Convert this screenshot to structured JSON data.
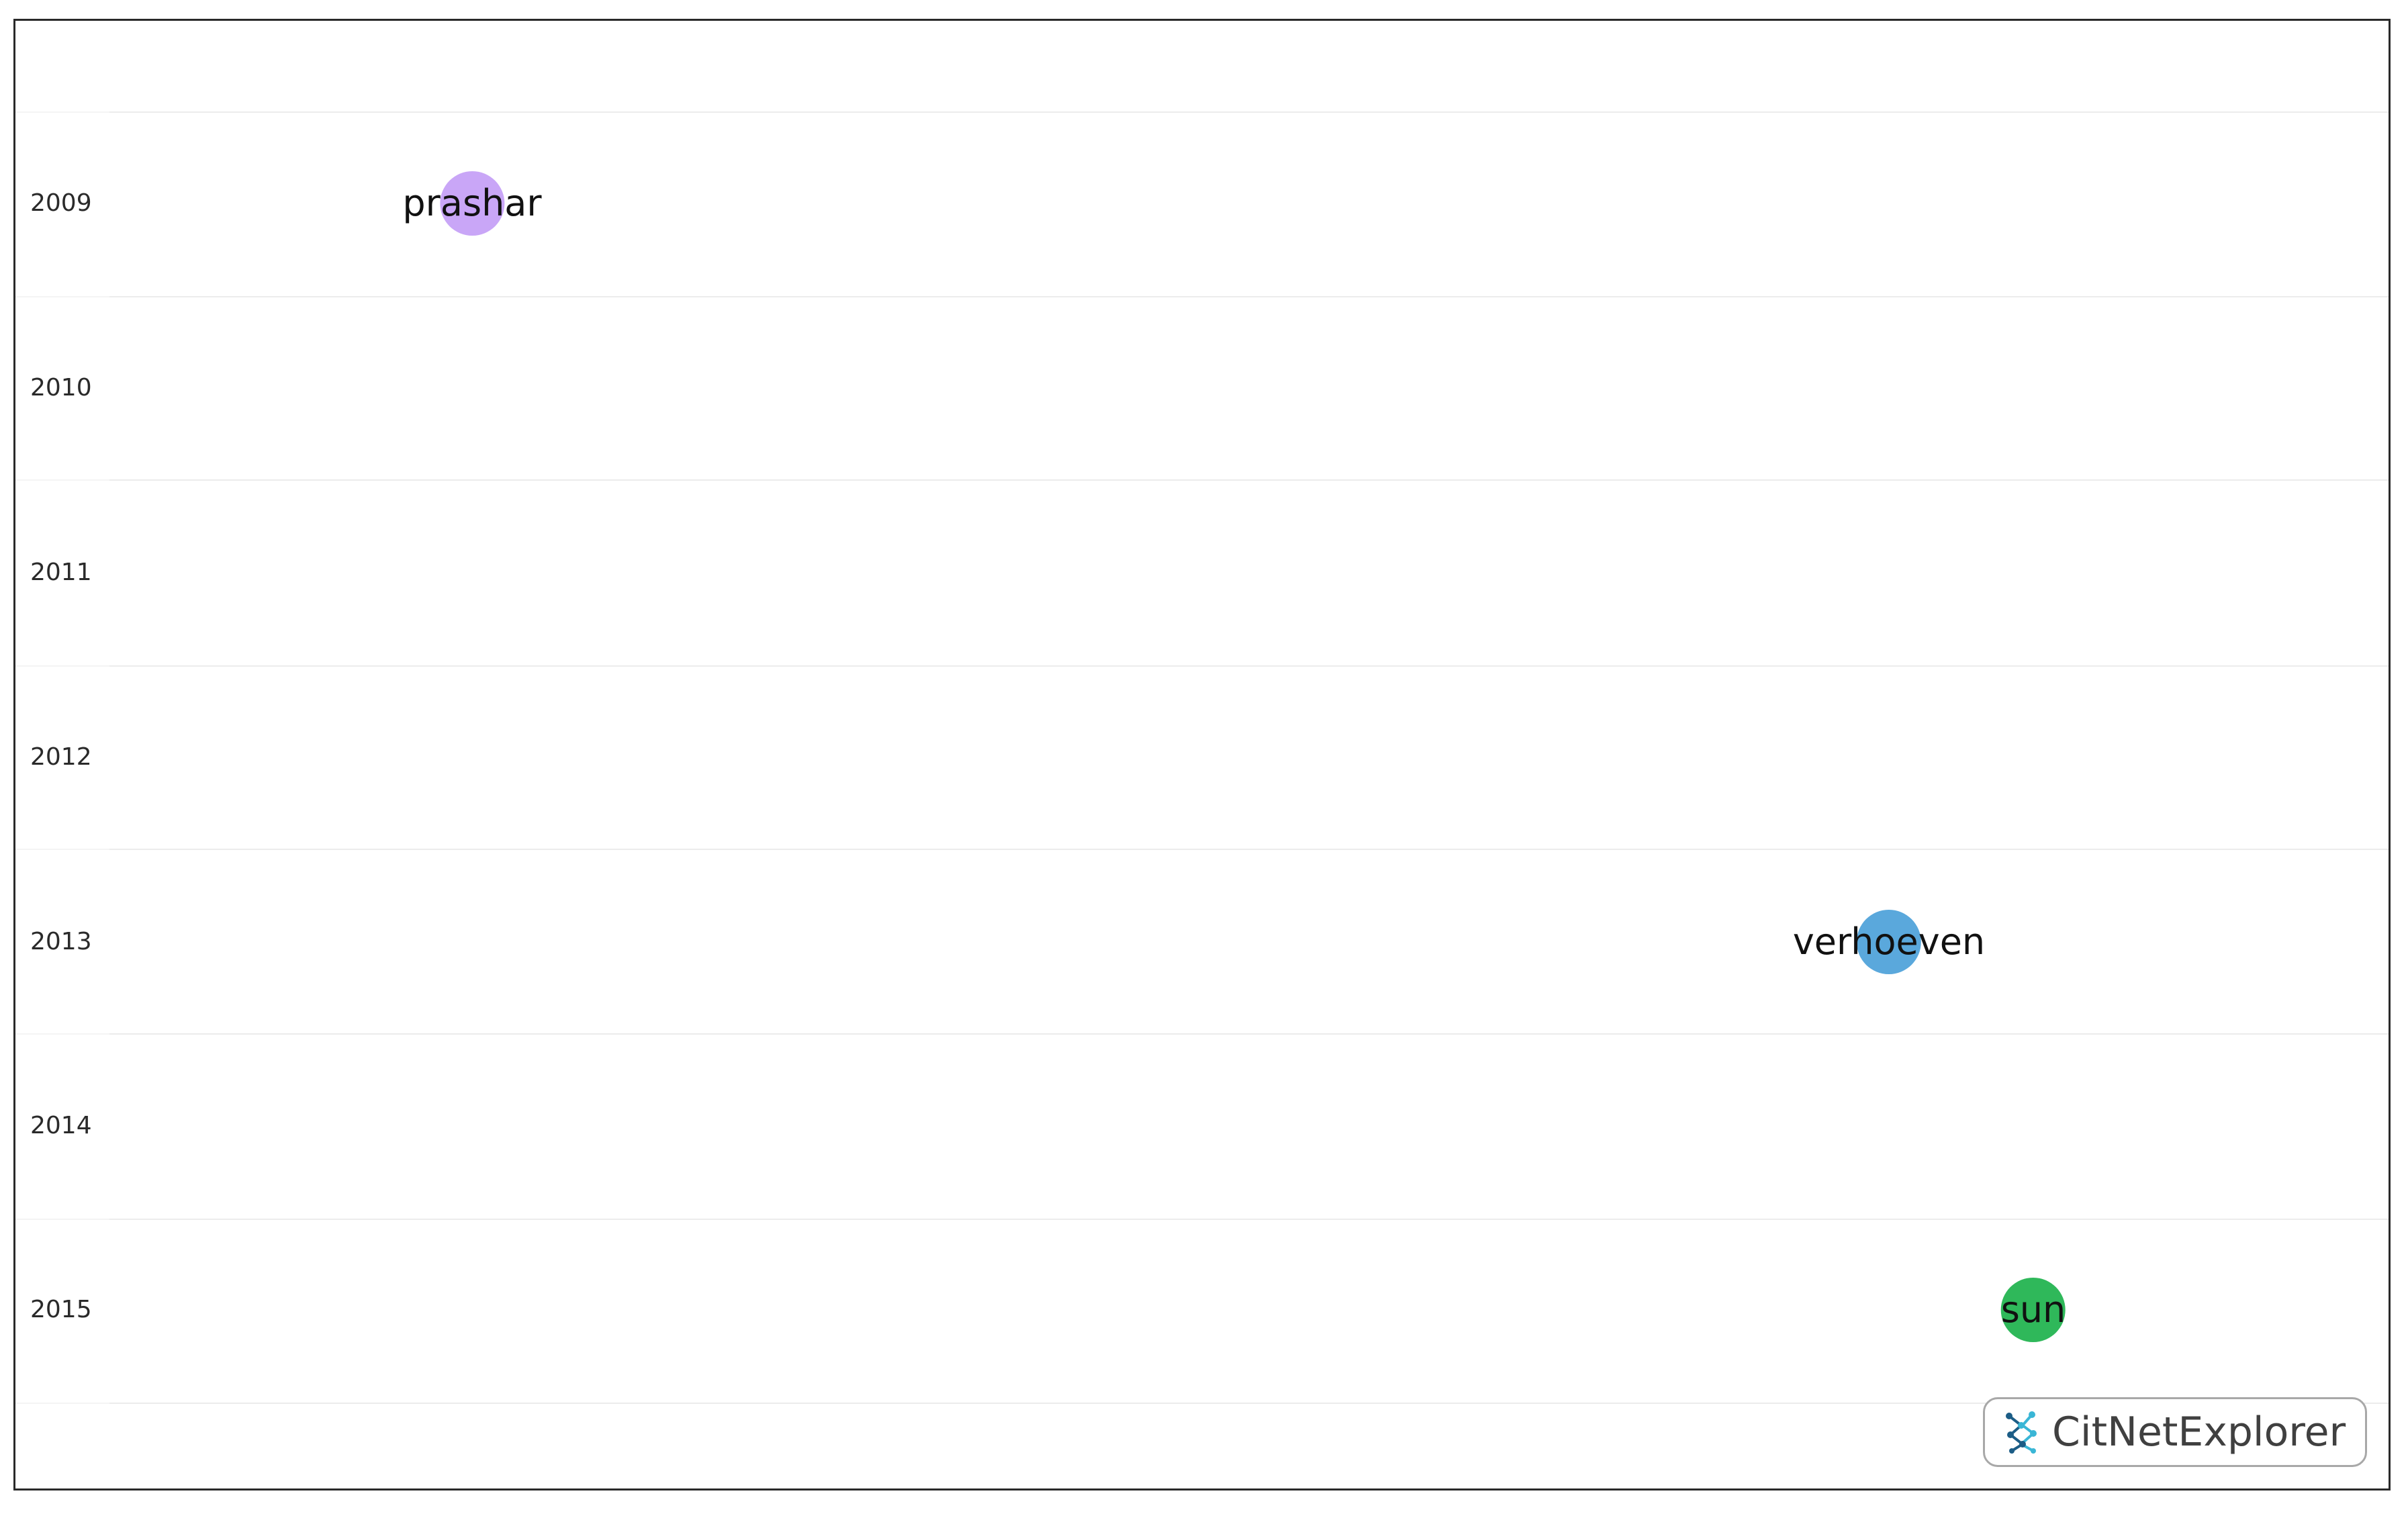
{
  "timeline": {
    "years": [
      "2009",
      "2010",
      "2011",
      "2012",
      "2013",
      "2014",
      "2015"
    ]
  },
  "nodes": [
    {
      "label": "prashar",
      "year": "2009",
      "color": "#c9a6f7",
      "column": 0.17
    },
    {
      "label": "verhoeven",
      "year": "2013",
      "color": "#5aa8dc",
      "column": 0.82
    },
    {
      "label": "sun",
      "year": "2015",
      "color": "#2fb85a",
      "column": 0.885
    }
  ],
  "branding": {
    "name": "CitNetExplorer",
    "icon": "citnetexplorer-network-icon"
  }
}
